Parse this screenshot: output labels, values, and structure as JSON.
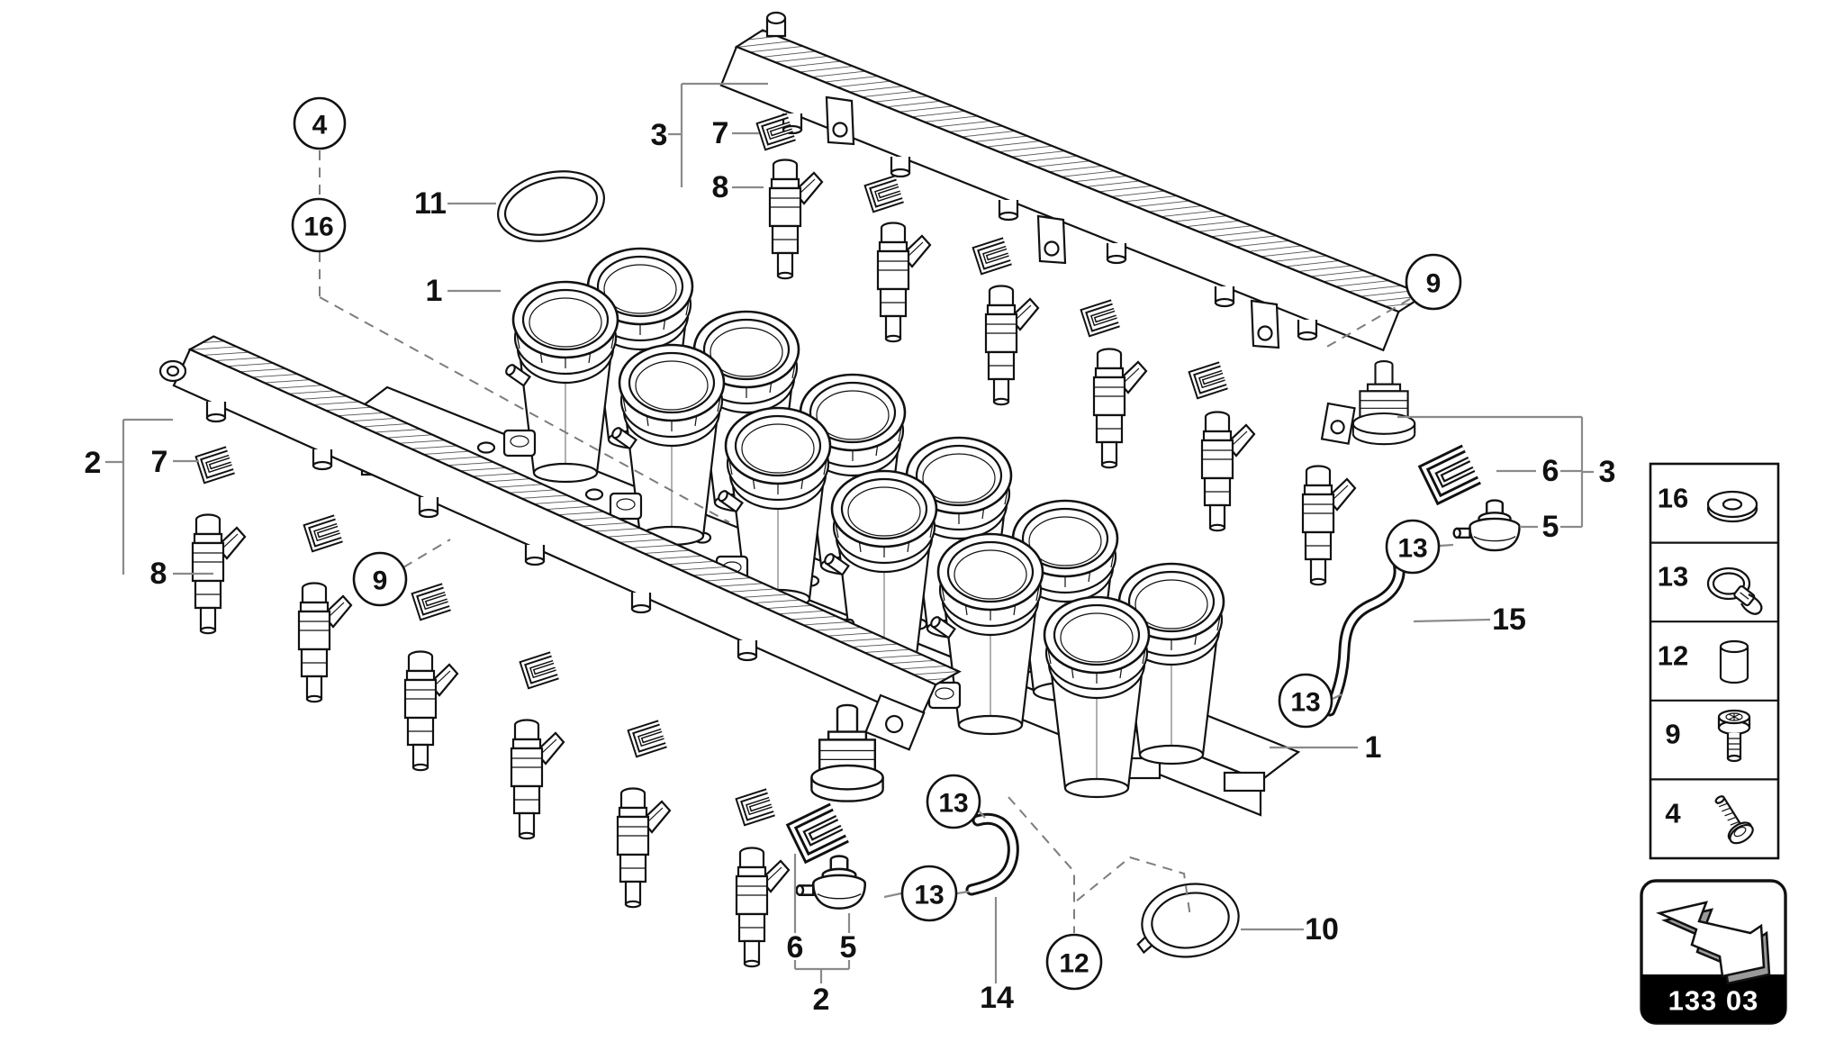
{
  "labels": {
    "l3_top": "3",
    "l7_top": "7",
    "l8_top": "8",
    "l11": "11",
    "l1_left": "1",
    "l2_left": "2",
    "l7_left": "7",
    "l8_left": "8",
    "l6_right": "6",
    "l3_right": "3",
    "l5_right": "5",
    "l15": "15",
    "l1_right": "1",
    "l10": "10",
    "l6_bot": "6",
    "l5_bot": "5",
    "l2_bot": "2",
    "l14": "14"
  },
  "circles": {
    "c4": "4",
    "c16": "16",
    "c9_left": "9",
    "c9_right": "9",
    "c13_a": "13",
    "c13_b": "13",
    "c13_c": "13",
    "c13_d": "13",
    "c12": "12"
  },
  "legend": {
    "rows": [
      {
        "num": "16",
        "icon": "washer-icon"
      },
      {
        "num": "13",
        "icon": "hose-clamp-icon"
      },
      {
        "num": "12",
        "icon": "bushing-icon"
      },
      {
        "num": "9",
        "icon": "socket-bolt-icon"
      },
      {
        "num": "4",
        "icon": "screw-icon"
      }
    ]
  },
  "footer": {
    "code": "133 03",
    "icon": "back-arrow-icon"
  }
}
